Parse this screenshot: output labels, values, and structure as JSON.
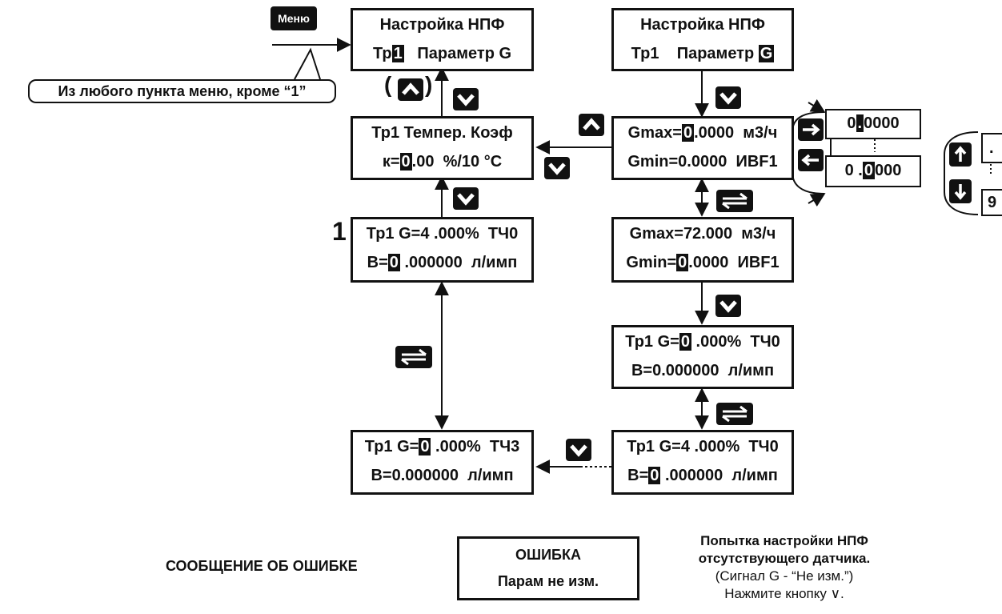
{
  "menu_key": "Меню",
  "callout": "Из любого пункта меню, кроме “1”",
  "step_label": "1",
  "screens": {
    "npf_select": {
      "line1": "Настройка НПФ",
      "l2a": "Тр",
      "l2cur": "1",
      "l2b": "   Параметр G"
    },
    "npf_param": {
      "line1": "Настройка НПФ",
      "l2a": "Тр1    Параметр ",
      "l2cur": "G",
      "l2b": ""
    },
    "temp_coef": {
      "line1": "Тр1 Темпер. Коэф",
      "l2a": "к=",
      "l2cur": "0",
      "l2b": ".00  %/10 °С"
    },
    "gmax_edit": {
      "l1a": "Gmax=",
      "l1cur": "0",
      "l1b": ".0000  м3/ч",
      "line2": "Gmin=0.0000  ИВF1"
    },
    "gmin_edit": {
      "line1": "Gmax=72.000  м3/ч",
      "l2a": "Gmin=",
      "l2cur": "0",
      "l2b": ".0000  ИВF1"
    },
    "g_pct_edit": {
      "l1a": "Тр1 G=",
      "l1cur": "0",
      "l1b": " .000%  ТЧ0",
      "line2": "В=0.000000  л/имп"
    },
    "b_edit": {
      "line1": "Тр1 G=4 .000%  ТЧ0",
      "l2a": "В=",
      "l2cur": "0",
      "l2b": " .000000  л/имп"
    },
    "step1": {
      "line1": "Тр1 G=4 .000%  ТЧ0",
      "l2a": "В=",
      "l2cur": "0",
      "l2b": " .000000  л/имп"
    },
    "tch3": {
      "l1a": "Тр1 G=",
      "l1cur": "0",
      "l1b": " .000%  ТЧ3",
      "line2": "В=0.000000  л/имп"
    },
    "error": {
      "line1": "ОШИБКА",
      "line2": "Парам не изм."
    }
  },
  "digit_edit": {
    "d1a": "0",
    "d1cur": ".",
    "d1b": "0000",
    "d2a": "0 .",
    "d2cur": "0",
    "d2b": "000",
    "r1": ".",
    "r2": "9"
  },
  "error_label": "СООБЩЕНИЕ ОБ ОШИБКЕ",
  "note": {
    "line1": "Попытка настройки НПФ",
    "line2": "отсутствующего датчика.",
    "line3": "(Сигнал G - “Не изм.”)",
    "line4": "Нажмите кнопку  ∨."
  },
  "keys": [
    "down-key",
    "up-key",
    "enter-key",
    "right-key",
    "left-key",
    "increment-key",
    "decrement-key",
    "menu-key"
  ]
}
